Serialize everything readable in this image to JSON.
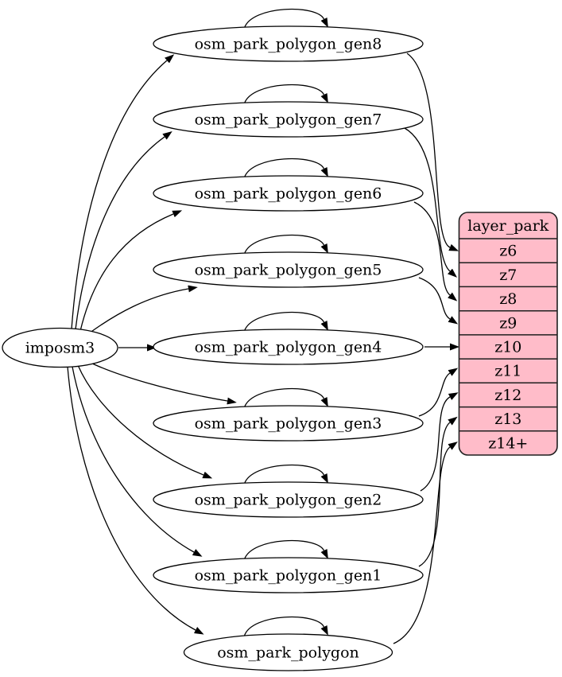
{
  "diagram": {
    "imposm_node": {
      "label": "imposm3"
    },
    "generalized_tables": [
      {
        "label": "osm_park_polygon_gen8",
        "target_zoom": "z6"
      },
      {
        "label": "osm_park_polygon_gen7",
        "target_zoom": "z7"
      },
      {
        "label": "osm_park_polygon_gen6",
        "target_zoom": "z8"
      },
      {
        "label": "osm_park_polygon_gen5",
        "target_zoom": "z9"
      },
      {
        "label": "osm_park_polygon_gen4",
        "target_zoom": "z10"
      },
      {
        "label": "osm_park_polygon_gen3",
        "target_zoom": "z11"
      },
      {
        "label": "osm_park_polygon_gen2",
        "target_zoom": "z12"
      },
      {
        "label": "osm_park_polygon_gen1",
        "target_zoom": "z13"
      },
      {
        "label": "osm_park_polygon",
        "target_zoom": "z14+"
      }
    ],
    "layer_table": {
      "title": "layer_park",
      "rows": [
        "z6",
        "z7",
        "z8",
        "z9",
        "z10",
        "z11",
        "z12",
        "z13",
        "z14+"
      ],
      "fill": "#ffbcc9",
      "stroke": "#1f1f1f"
    }
  }
}
